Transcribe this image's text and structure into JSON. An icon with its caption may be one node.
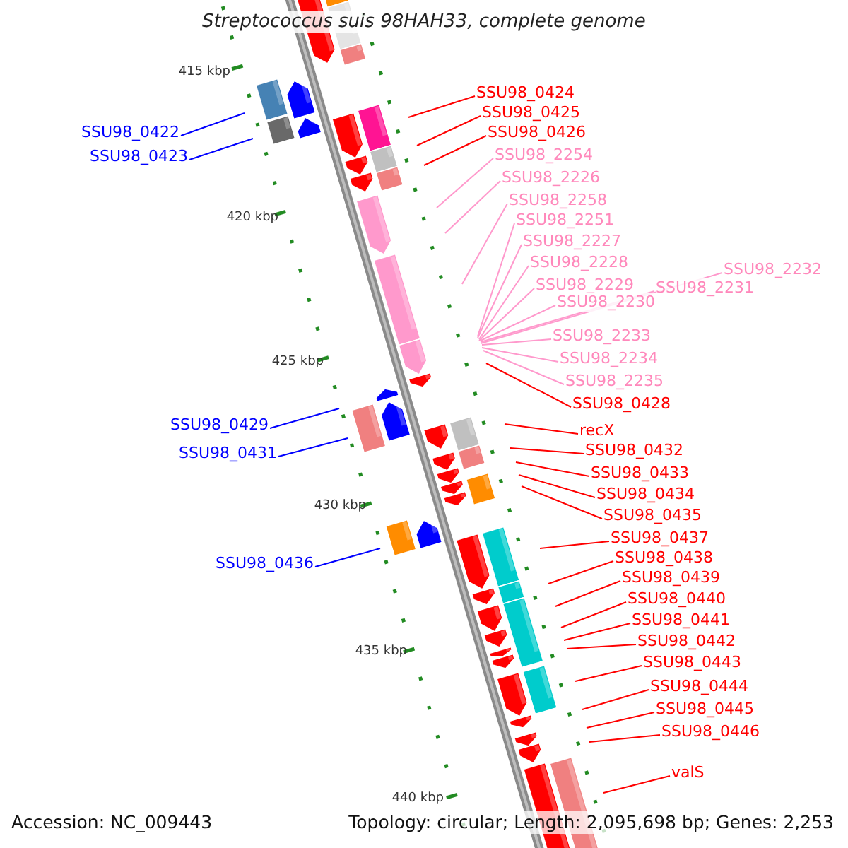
{
  "diagram": {
    "title": "Streptococcus suis 98HAH33, complete genome",
    "nodes": [
      {
        "text": [
          "SSU98_0424"
        ]
      },
      {
        "text": [
          "SSU98_0425"
        ]
      },
      {
        "text": [
          "SSU98_0426"
        ]
      },
      {
        "text": [
          "SSU98_0422"
        ]
      },
      {
        "text": [
          "SSU98_0423"
        ]
      },
      {
        "text": [
          "SSU98_2254"
        ]
      },
      {
        "text": [
          "SSU98_2226"
        ]
      },
      {
        "text": [
          "SSU98_2258"
        ]
      },
      {
        "text": [
          "SSU98_2251"
        ]
      },
      {
        "text": [
          "SSU98_2227"
        ]
      },
      {
        "text": [
          "SSU98_2228"
        ]
      },
      {
        "text": [
          "SSU98_2229"
        ]
      },
      {
        "text": [
          "SSU98_2230"
        ]
      },
      {
        "text": [
          "SSU98_2231"
        ]
      },
      {
        "text": [
          "SSU98_2232"
        ]
      },
      {
        "text": [
          "SSU98_2233"
        ]
      },
      {
        "text": [
          "SSU98_2234"
        ]
      },
      {
        "text": [
          "SSU98_2235"
        ]
      },
      {
        "text": [
          "SSU98_0428"
        ]
      },
      {
        "text": [
          "SSU98_0429"
        ]
      },
      {
        "text": [
          "SSU98_0431"
        ]
      },
      {
        "text": [
          "recX"
        ]
      },
      {
        "text": [
          "SSU98_0432"
        ]
      },
      {
        "text": [
          "SSU98_0433"
        ]
      },
      {
        "text": [
          "SSU98_0434"
        ]
      },
      {
        "text": [
          "SSU98_0435"
        ]
      },
      {
        "text": [
          "SSU98_0436"
        ]
      },
      {
        "text": [
          "SSU98_0437"
        ]
      },
      {
        "text": [
          "SSU98_0438"
        ]
      },
      {
        "text": [
          "SSU98_0439"
        ]
      },
      {
        "text": [
          "SSU98_0440"
        ]
      },
      {
        "text": [
          "SSU98_0441"
        ]
      },
      {
        "text": [
          "SSU98_0442"
        ]
      },
      {
        "text": [
          "SSU98_0443"
        ]
      },
      {
        "text": [
          "SSU98_0444"
        ]
      },
      {
        "text": [
          "SSU98_0445"
        ]
      },
      {
        "text": [
          "SSU98_0446"
        ]
      },
      {
        "text": [
          "valS"
        ]
      }
    ],
    "edges": [
      {
        "from": 0,
        "to": null,
        "arrow": "none"
      },
      {
        "from": 1,
        "to": null,
        "arrow": "none"
      },
      {
        "from": 2,
        "to": null,
        "arrow": "none"
      },
      {
        "from": 3,
        "to": null,
        "arrow": "none",
        "color": "#0000ff"
      },
      {
        "from": 4,
        "to": null,
        "arrow": "none",
        "color": "#0000ff"
      },
      {
        "from": 5,
        "to": null,
        "arrow": "none",
        "color": "#ff99cc"
      },
      {
        "from": 6,
        "to": null,
        "arrow": "none",
        "color": "#ff99cc"
      },
      {
        "from": 7,
        "to": null,
        "arrow": "none",
        "color": "#ff99cc"
      },
      {
        "from": 8,
        "to": null,
        "arrow": "none",
        "color": "#ff99cc"
      },
      {
        "from": 9,
        "to": null,
        "arrow": "none",
        "color": "#ff99cc"
      },
      {
        "from": 10,
        "to": null,
        "arrow": "none",
        "color": "#ff99cc"
      },
      {
        "from": 11,
        "to": null,
        "arrow": "none",
        "color": "#ff99cc"
      },
      {
        "from": 12,
        "to": null,
        "arrow": "none",
        "color": "#ff99cc"
      },
      {
        "from": 13,
        "to": null,
        "arrow": "none",
        "color": "#ff99cc"
      },
      {
        "from": 14,
        "to": null,
        "arrow": "none",
        "color": "#ff99cc"
      },
      {
        "from": 15,
        "to": null,
        "arrow": "none",
        "color": "#ff99cc"
      },
      {
        "from": 16,
        "to": null,
        "arrow": "none",
        "color": "#ff99cc"
      },
      {
        "from": 17,
        "to": null,
        "arrow": "none",
        "color": "#ff99cc"
      },
      {
        "from": 18,
        "to": null,
        "arrow": "none"
      },
      {
        "from": 19,
        "to": null,
        "arrow": "none",
        "color": "#0000ff"
      },
      {
        "from": 20,
        "to": null,
        "arrow": "none",
        "color": "#0000ff"
      },
      {
        "from": 21,
        "to": null,
        "arrow": "none"
      },
      {
        "from": 22,
        "to": null,
        "arrow": "none"
      },
      {
        "from": 23,
        "to": null,
        "arrow": "none"
      },
      {
        "from": 24,
        "to": null,
        "arrow": "none"
      },
      {
        "from": 25,
        "to": null,
        "arrow": "none"
      },
      {
        "from": 26,
        "to": null,
        "arrow": "none",
        "color": "#0000ff"
      },
      {
        "from": 27,
        "to": null,
        "arrow": "none"
      },
      {
        "from": 28,
        "to": null,
        "arrow": "none"
      },
      {
        "from": 29,
        "to": null,
        "arrow": "none"
      },
      {
        "from": 30,
        "to": null,
        "arrow": "none"
      },
      {
        "from": 31,
        "to": null,
        "arrow": "none"
      },
      {
        "from": 32,
        "to": null,
        "arrow": "none"
      },
      {
        "from": 33,
        "to": null,
        "arrow": "none"
      },
      {
        "from": 34,
        "to": null,
        "arrow": "none"
      },
      {
        "from": 35,
        "to": null,
        "arrow": "none"
      },
      {
        "from": 36,
        "to": null,
        "arrow": "none"
      },
      {
        "from": 37,
        "to": null,
        "arrow": "none"
      }
    ],
    "labels": [
      "415 kbp",
      "420 kbp",
      "425 kbp",
      "430 kbp",
      "435 kbp",
      "440 kbp",
      "Accession: NC_009443",
      "Topology: circular; Length: 2,095,698 bp; Genes: 2,253"
    ]
  }
}
